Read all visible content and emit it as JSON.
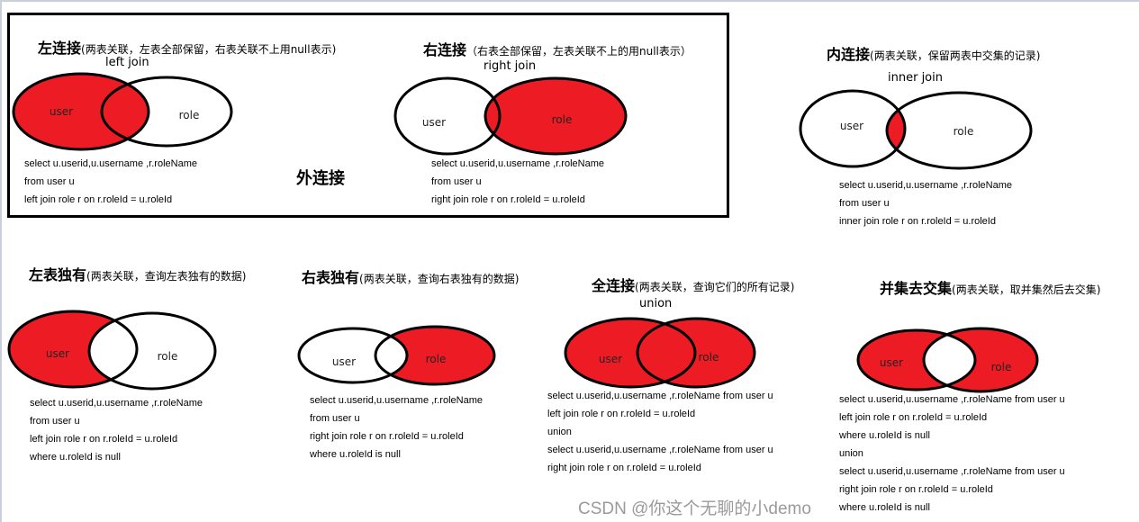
{
  "outer_join_label": "外连接",
  "colors": {
    "fill": "#ED1C24",
    "stroke": "#000000",
    "background": "#FFFFFF"
  },
  "diagrams": [
    {
      "id": "left-join",
      "title": "左连接",
      "desc": "(两表关联，左表全部保留，右表关联不上用null表示)",
      "join_label": "left join",
      "left_set": "user",
      "right_set": "role",
      "shade": "left-all",
      "sql": [
        "select u.userid,u.username ,r.roleName",
        "from user u",
        "left join role r on r.roleId = u.roleId"
      ]
    },
    {
      "id": "right-join",
      "title": "右连接",
      "desc": "（右表全部保留，左表关联不上的用null表示）",
      "join_label": "right join",
      "left_set": "user",
      "right_set": "role",
      "shade": "right-all",
      "sql": [
        "select u.userid,u.username ,r.roleName",
        "from user u",
        "right join role r on r.roleId = u.roleId"
      ]
    },
    {
      "id": "inner-join",
      "title": "内连接",
      "desc": "(两表关联，保留两表中交集的记录)",
      "join_label": "inner join",
      "left_set": "user",
      "right_set": "role",
      "shade": "intersection",
      "sql": [
        "select u.userid,u.username ,r.roleName",
        "from user u",
        "inner join role r on r.roleId = u.roleId"
      ]
    },
    {
      "id": "left-only",
      "title": "左表独有",
      "desc": "(两表关联，查询左表独有的数据)",
      "join_label": "",
      "left_set": "user",
      "right_set": "role",
      "shade": "left-only",
      "sql": [
        "select u.userid,u.username ,r.roleName",
        "from user u",
        "left join role r on r.roleId = u.roleId",
        "where u.roleId is null"
      ]
    },
    {
      "id": "right-only",
      "title": "右表独有",
      "desc": "(两表关联，查询右表独有的数据)",
      "join_label": "",
      "left_set": "user",
      "right_set": "role",
      "shade": "right-only",
      "sql": [
        "select u.userid,u.username ,r.roleName",
        "from user u",
        "right join role r on r.roleId = u.roleId",
        "where u.roleId is null"
      ]
    },
    {
      "id": "full-join",
      "title": "全连接",
      "desc": "(两表关联，查询它们的所有记录)",
      "join_label": "union",
      "left_set": "user",
      "right_set": "role",
      "shade": "all",
      "sql": [
        "select u.userid,u.username ,r.roleName  from user u",
        "left join role r on r.roleId = u.roleId",
        "union",
        "select u.userid,u.username ,r.roleName  from user u",
        "right join role r on r.roleId = u.roleId"
      ]
    },
    {
      "id": "symmetric-difference",
      "title": "并集去交集",
      "desc": "(两表关联，取并集然后去交集)",
      "join_label": "",
      "left_set": "user",
      "right_set": "role",
      "shade": "xor",
      "sql": [
        "select u.userid,u.username ,r.roleName  from user u",
        "left join role r on r.roleId = u.roleId",
        "where u.roleId is null",
        "union",
        "select u.userid,u.username ,r.roleName  from user u",
        "right join role r on r.roleId = u.roleId",
        "where u.roleId is null"
      ]
    }
  ],
  "watermark": "CSDN @你这个无聊的小demo"
}
